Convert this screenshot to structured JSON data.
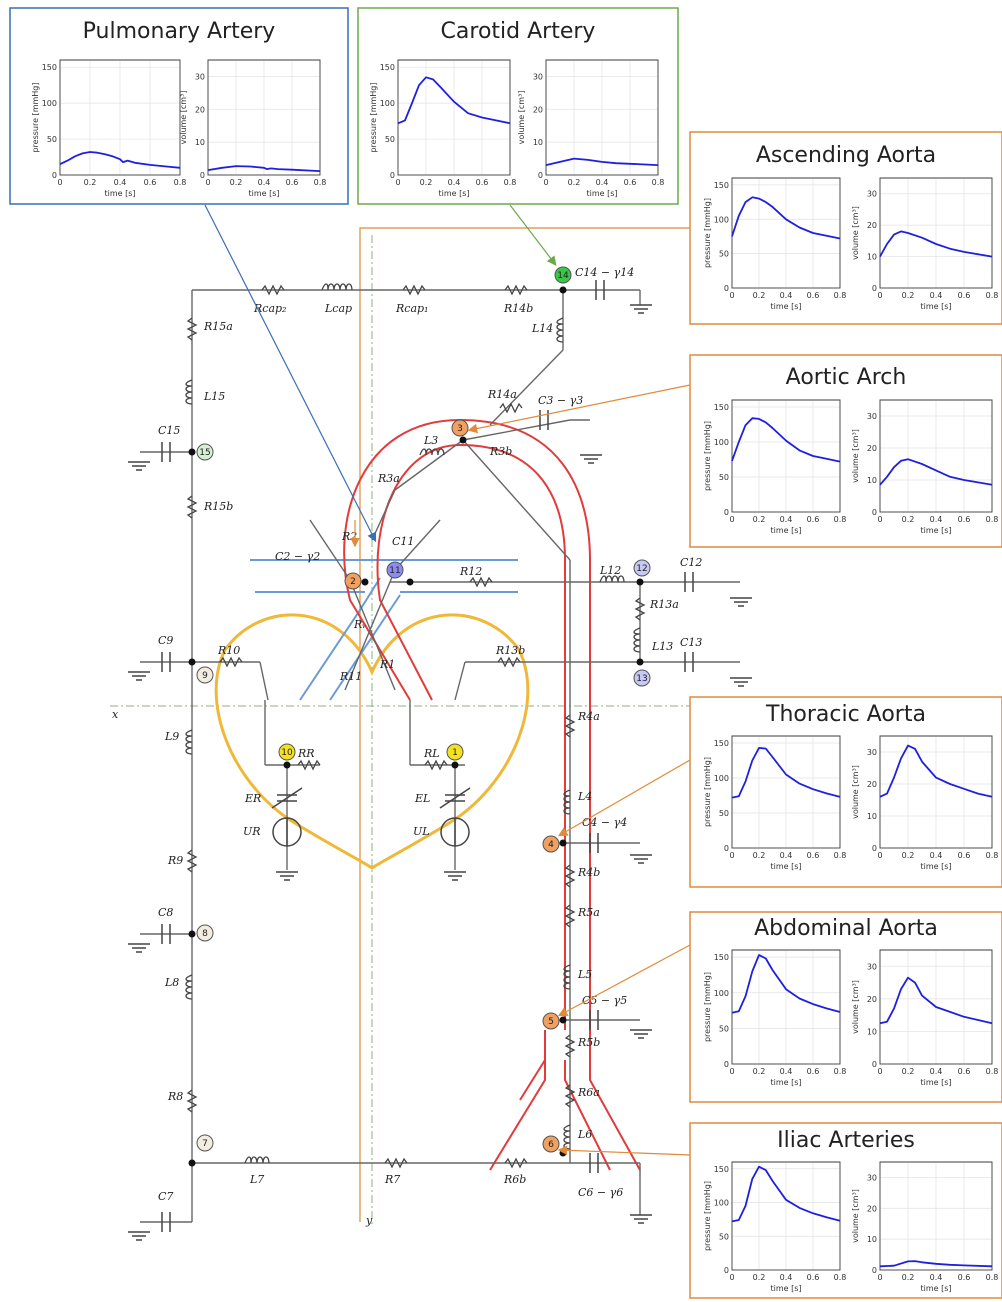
{
  "panels": [
    {
      "title": "Pulmonary Artery",
      "border": "#3a6fb5"
    },
    {
      "title": "Carotid Artery",
      "border": "#6ea84a"
    },
    {
      "title": "Ascending Aorta",
      "border": "#e08a3a"
    },
    {
      "title": "Aortic Arch",
      "border": "#e08a3a"
    },
    {
      "title": "Thoracic Aorta",
      "border": "#e08a3a"
    },
    {
      "title": "Abdominal Aorta",
      "border": "#e08a3a"
    },
    {
      "title": "Iliac Arteries",
      "border": "#e08a3a"
    }
  ],
  "axis_labels": {
    "pressure": "pressure [mmHg]",
    "volume": "volume [cm³]",
    "time": "time [s]"
  },
  "chart_data": [
    {
      "type": "line",
      "panel": "Pulmonary Artery",
      "ylabel": "pressure [mmHg]",
      "xlabel": "time [s]",
      "xlim": [
        0,
        0.8
      ],
      "ylim": [
        0,
        160
      ],
      "xticks": [
        "0",
        "0.2",
        "0.4",
        "0.6",
        "0.8"
      ],
      "yticks": [
        "0",
        "50",
        "100",
        "150"
      ],
      "x": [
        0,
        0.05,
        0.1,
        0.15,
        0.2,
        0.25,
        0.3,
        0.35,
        0.4,
        0.42,
        0.45,
        0.5,
        0.6,
        0.7,
        0.8
      ],
      "y": [
        15,
        20,
        26,
        30,
        32,
        31,
        29,
        26,
        22,
        18,
        20,
        17,
        14,
        12,
        10
      ],
      "color": "#1f1fe0"
    },
    {
      "type": "line",
      "panel": "Pulmonary Artery",
      "ylabel": "volume [cm³]",
      "xlabel": "time [s]",
      "xlim": [
        0,
        0.8
      ],
      "ylim": [
        0,
        35
      ],
      "xticks": [
        "0",
        "0.2",
        "0.4",
        "0.6",
        "0.8"
      ],
      "yticks": [
        "0",
        "10",
        "20",
        "30"
      ],
      "x": [
        0,
        0.1,
        0.2,
        0.3,
        0.4,
        0.42,
        0.45,
        0.5,
        0.6,
        0.8
      ],
      "y": [
        1.5,
        2.2,
        2.7,
        2.6,
        2.2,
        1.8,
        2.0,
        1.8,
        1.6,
        1.2
      ],
      "color": "#1f1fe0"
    },
    {
      "type": "line",
      "panel": "Carotid Artery",
      "ylabel": "pressure [mmHg]",
      "xlabel": "time [s]",
      "xlim": [
        0,
        0.8
      ],
      "ylim": [
        0,
        160
      ],
      "xticks": [
        "0",
        "0.2",
        "0.4",
        "0.6",
        "0.8"
      ],
      "yticks": [
        "0",
        "50",
        "100",
        "150"
      ],
      "x": [
        0,
        0.05,
        0.1,
        0.15,
        0.2,
        0.25,
        0.3,
        0.4,
        0.5,
        0.6,
        0.7,
        0.8
      ],
      "y": [
        72,
        76,
        100,
        125,
        136,
        133,
        123,
        102,
        86,
        80,
        76,
        72
      ],
      "color": "#1f1fe0"
    },
    {
      "type": "line",
      "panel": "Carotid Artery",
      "ylabel": "volume [cm³]",
      "xlabel": "time [s]",
      "xlim": [
        0,
        0.8
      ],
      "ylim": [
        0,
        35
      ],
      "xticks": [
        "0",
        "0.2",
        "0.4",
        "0.6",
        "0.8"
      ],
      "yticks": [
        "0",
        "10",
        "20",
        "30"
      ],
      "x": [
        0,
        0.1,
        0.2,
        0.3,
        0.4,
        0.5,
        0.6,
        0.8
      ],
      "y": [
        3,
        4,
        5,
        4.6,
        4,
        3.6,
        3.4,
        3
      ],
      "color": "#1f1fe0"
    },
    {
      "type": "line",
      "panel": "Ascending Aorta",
      "ylabel": "pressure [mmHg]",
      "xlabel": "time [s]",
      "xlim": [
        0,
        0.8
      ],
      "ylim": [
        0,
        160
      ],
      "xticks": [
        "0",
        "0.2",
        "0.4",
        "0.6",
        "0.8"
      ],
      "yticks": [
        "0",
        "50",
        "100",
        "150"
      ],
      "x": [
        0,
        0.05,
        0.1,
        0.15,
        0.2,
        0.25,
        0.3,
        0.4,
        0.5,
        0.6,
        0.7,
        0.8
      ],
      "y": [
        75,
        105,
        125,
        132,
        130,
        125,
        118,
        100,
        88,
        80,
        76,
        72
      ],
      "color": "#1f1fe0"
    },
    {
      "type": "line",
      "panel": "Ascending Aorta",
      "ylabel": "volume [cm³]",
      "xlabel": "time [s]",
      "xlim": [
        0,
        0.8
      ],
      "ylim": [
        0,
        35
      ],
      "xticks": [
        "0",
        "0.2",
        "0.4",
        "0.6",
        "0.8"
      ],
      "yticks": [
        "0",
        "10",
        "20",
        "30"
      ],
      "x": [
        0,
        0.05,
        0.1,
        0.15,
        0.2,
        0.3,
        0.4,
        0.5,
        0.6,
        0.8
      ],
      "y": [
        10,
        14,
        17,
        18,
        17.5,
        16,
        14,
        12.5,
        11.5,
        10
      ],
      "color": "#1f1fe0"
    },
    {
      "type": "line",
      "panel": "Aortic Arch",
      "ylabel": "pressure [mmHg]",
      "xlabel": "time [s]",
      "xlim": [
        0,
        0.8
      ],
      "ylim": [
        0,
        160
      ],
      "xticks": [
        "0",
        "0.2",
        "0.4",
        "0.6",
        "0.8"
      ],
      "yticks": [
        "0",
        "50",
        "100",
        "150"
      ],
      "x": [
        0,
        0.05,
        0.1,
        0.15,
        0.2,
        0.25,
        0.3,
        0.4,
        0.5,
        0.6,
        0.7,
        0.8
      ],
      "y": [
        73,
        100,
        124,
        134,
        133,
        128,
        120,
        102,
        88,
        80,
        76,
        72
      ],
      "color": "#1f1fe0"
    },
    {
      "type": "line",
      "panel": "Aortic Arch",
      "ylabel": "volume [cm³]",
      "xlabel": "time [s]",
      "xlim": [
        0,
        0.8
      ],
      "ylim": [
        0,
        35
      ],
      "xticks": [
        "0",
        "0.2",
        "0.4",
        "0.6",
        "0.8"
      ],
      "yticks": [
        "0",
        "10",
        "20",
        "30"
      ],
      "x": [
        0,
        0.05,
        0.1,
        0.15,
        0.2,
        0.3,
        0.4,
        0.5,
        0.6,
        0.8
      ],
      "y": [
        8.5,
        11,
        14,
        16,
        16.5,
        15,
        13,
        11,
        10,
        8.5
      ],
      "color": "#1f1fe0"
    },
    {
      "type": "line",
      "panel": "Thoracic Aorta",
      "ylabel": "pressure [mmHg]",
      "xlabel": "time [s]",
      "xlim": [
        0,
        0.8
      ],
      "ylim": [
        0,
        160
      ],
      "xticks": [
        "0",
        "0.2",
        "0.4",
        "0.6",
        "0.8"
      ],
      "yticks": [
        "0",
        "50",
        "100",
        "150"
      ],
      "x": [
        0,
        0.05,
        0.1,
        0.15,
        0.2,
        0.25,
        0.3,
        0.4,
        0.5,
        0.6,
        0.7,
        0.8
      ],
      "y": [
        72,
        74,
        95,
        125,
        143,
        142,
        130,
        105,
        92,
        84,
        78,
        73
      ],
      "color": "#1f1fe0"
    },
    {
      "type": "line",
      "panel": "Thoracic Aorta",
      "ylabel": "volume [cm³]",
      "xlabel": "time [s]",
      "xlim": [
        0,
        0.8
      ],
      "ylim": [
        0,
        35
      ],
      "xticks": [
        "0",
        "0.2",
        "0.4",
        "0.6",
        "0.8"
      ],
      "yticks": [
        "0",
        "10",
        "20",
        "30"
      ],
      "x": [
        0,
        0.05,
        0.1,
        0.15,
        0.2,
        0.25,
        0.3,
        0.4,
        0.5,
        0.6,
        0.7,
        0.8
      ],
      "y": [
        16,
        17,
        22,
        28,
        32,
        31,
        27,
        22,
        20,
        18.5,
        17,
        16
      ],
      "color": "#1f1fe0"
    },
    {
      "type": "line",
      "panel": "Abdominal Aorta",
      "ylabel": "pressure [mmHg]",
      "xlabel": "time [s]",
      "xlim": [
        0,
        0.8
      ],
      "ylim": [
        0,
        160
      ],
      "xticks": [
        "0",
        "0.2",
        "0.4",
        "0.6",
        "0.8"
      ],
      "yticks": [
        "0",
        "50",
        "100",
        "150"
      ],
      "x": [
        0,
        0.05,
        0.1,
        0.15,
        0.2,
        0.25,
        0.3,
        0.4,
        0.5,
        0.6,
        0.7,
        0.8
      ],
      "y": [
        72,
        74,
        95,
        130,
        153,
        148,
        132,
        105,
        92,
        84,
        78,
        73
      ],
      "color": "#1f1fe0"
    },
    {
      "type": "line",
      "panel": "Abdominal Aorta",
      "ylabel": "volume [cm³]",
      "xlabel": "time [s]",
      "xlim": [
        0,
        0.8
      ],
      "ylim": [
        0,
        35
      ],
      "xticks": [
        "0",
        "0.2",
        "0.4",
        "0.6",
        "0.8"
      ],
      "yticks": [
        "0",
        "10",
        "20",
        "30"
      ],
      "x": [
        0,
        0.05,
        0.1,
        0.15,
        0.2,
        0.25,
        0.3,
        0.4,
        0.5,
        0.6,
        0.7,
        0.8
      ],
      "y": [
        12.5,
        13,
        17,
        23,
        26.5,
        25,
        21,
        17.5,
        16,
        14.5,
        13.5,
        12.5
      ],
      "color": "#1f1fe0"
    },
    {
      "type": "line",
      "panel": "Iliac Arteries",
      "ylabel": "pressure [mmHg]",
      "xlabel": "time [s]",
      "xlim": [
        0,
        0.8
      ],
      "ylim": [
        0,
        160
      ],
      "xticks": [
        "0",
        "0.2",
        "0.4",
        "0.6",
        "0.8"
      ],
      "yticks": [
        "0",
        "50",
        "100",
        "150"
      ],
      "x": [
        0,
        0.05,
        0.1,
        0.15,
        0.2,
        0.25,
        0.3,
        0.4,
        0.5,
        0.6,
        0.7,
        0.8
      ],
      "y": [
        72,
        74,
        95,
        135,
        153,
        148,
        132,
        104,
        92,
        84,
        78,
        73
      ],
      "color": "#1f1fe0"
    },
    {
      "type": "line",
      "panel": "Iliac Arteries",
      "ylabel": "volume [cm³]",
      "xlabel": "time [s]",
      "xlim": [
        0,
        0.8
      ],
      "ylim": [
        0,
        35
      ],
      "xticks": [
        "0",
        "0.2",
        "0.4",
        "0.6",
        "0.8"
      ],
      "yticks": [
        "0",
        "10",
        "20",
        "30"
      ],
      "x": [
        0,
        0.1,
        0.2,
        0.25,
        0.3,
        0.4,
        0.5,
        0.6,
        0.8
      ],
      "y": [
        1.2,
        1.4,
        2.8,
        2.9,
        2.5,
        2,
        1.7,
        1.5,
        1.2
      ],
      "color": "#1f1fe0"
    }
  ],
  "circuit": {
    "nodes": [
      {
        "id": "1",
        "fill": "#f6e11f"
      },
      {
        "id": "2",
        "fill": "#f0a060"
      },
      {
        "id": "3",
        "fill": "#f0a060"
      },
      {
        "id": "4",
        "fill": "#f0a060"
      },
      {
        "id": "5",
        "fill": "#f0a060"
      },
      {
        "id": "6",
        "fill": "#f0a060"
      },
      {
        "id": "7",
        "fill": "#f3ece0"
      },
      {
        "id": "8",
        "fill": "#f3ece0"
      },
      {
        "id": "9",
        "fill": "#f3ece0"
      },
      {
        "id": "10",
        "fill": "#f6e11f"
      },
      {
        "id": "11",
        "fill": "#8c8cf0"
      },
      {
        "id": "12",
        "fill": "#c8c8f5"
      },
      {
        "id": "13",
        "fill": "#c8c8f5"
      },
      {
        "id": "14",
        "fill": "#36c846"
      },
      {
        "id": "15",
        "fill": "#d5f0d2"
      }
    ],
    "labels": {
      "Rcap2": "Rcap₂",
      "Lcap": "Lcap",
      "Rcap1": "Rcap₁",
      "R14b": "R14b",
      "C14": "C14 − γ14",
      "L14": "L14",
      "R15a": "R15a",
      "L15": "L15",
      "C15": "C15",
      "R15b": "R15b",
      "R14a": "R14a",
      "C3": "C3 − γ3",
      "L3": "L3",
      "R3b": "R3b",
      "R3a": "R3a",
      "R2": "R2",
      "C2": "C2 − γ2",
      "C11": "C11",
      "R12": "R12",
      "L12": "L12",
      "C12": "C12",
      "R13a": "R13a",
      "L13": "L13",
      "C13": "C13",
      "R13b": "R13b",
      "C9": "C9",
      "R10": "R10",
      "R11": "R11",
      "R1": "R1",
      "Rv": "Rᵥ",
      "x": "x",
      "L9": "L9",
      "R4a": "R4a",
      "RR": "RR",
      "RL": "RL",
      "ER": "ER",
      "EL": "EL",
      "UR": "UR",
      "UL": "UL",
      "L4": "L4",
      "C4": "C4 − γ4",
      "R4b": "R4b",
      "R9": "R9",
      "C8": "C8",
      "R5a": "R5a",
      "L8": "L8",
      "L5": "L5",
      "C5": "C5 − γ5",
      "R5b": "R5b",
      "R6a": "R6a",
      "R8": "R8",
      "L6": "L6",
      "C7": "C7",
      "L7": "L7",
      "R7": "R7",
      "R6b": "R6b",
      "C6": "C6 − γ6",
      "y": "y"
    }
  }
}
